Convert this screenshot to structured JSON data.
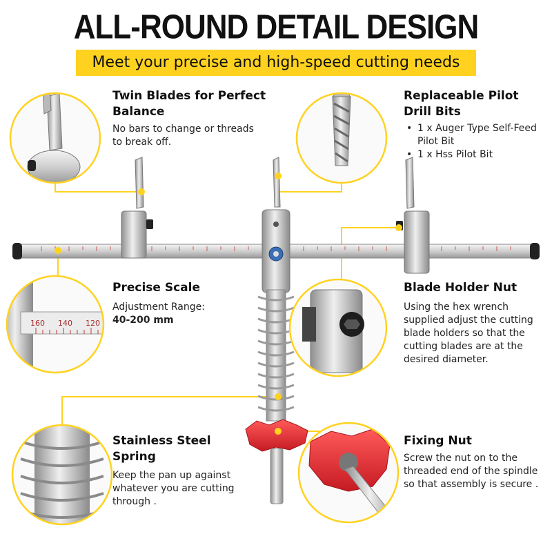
{
  "title": "ALL-ROUND DETAIL DESIGN",
  "subtitle": "Meet your precise and high-speed cutting needs",
  "colors": {
    "accent": "#FFD21F",
    "knob": "#E8262E",
    "steel": "#C8C8C8"
  },
  "features": {
    "twin_blades": {
      "heading": "Twin Blades for Perfect Balance",
      "description": "No bars to change or threads to break off."
    },
    "pilot_bits": {
      "heading": "Replaceable Pilot Drill Bits",
      "items": [
        "1 x Auger Type Self-Feed Pilot Bit",
        "1 x Hss Pilot Bit"
      ]
    },
    "precise_scale": {
      "heading": "Precise Scale",
      "description": "Adjustment Range:",
      "range": "40-200 mm",
      "scale_labels": [
        "160",
        "140",
        "120"
      ]
    },
    "blade_holder_nut": {
      "heading": "Blade Holder Nut",
      "description": "Using the hex wrench supplied  adjust the cutting blade holders so that the cutting blades are at the desired diameter."
    },
    "spring": {
      "heading": "Stainless Steel Spring",
      "description": "Keep the pan up against whatever you are cutting through ."
    },
    "fixing_nut": {
      "heading": "Fixing Nut",
      "description": "Screw the nut on to the threaded end of the spindle so that assembly is secure ."
    }
  }
}
